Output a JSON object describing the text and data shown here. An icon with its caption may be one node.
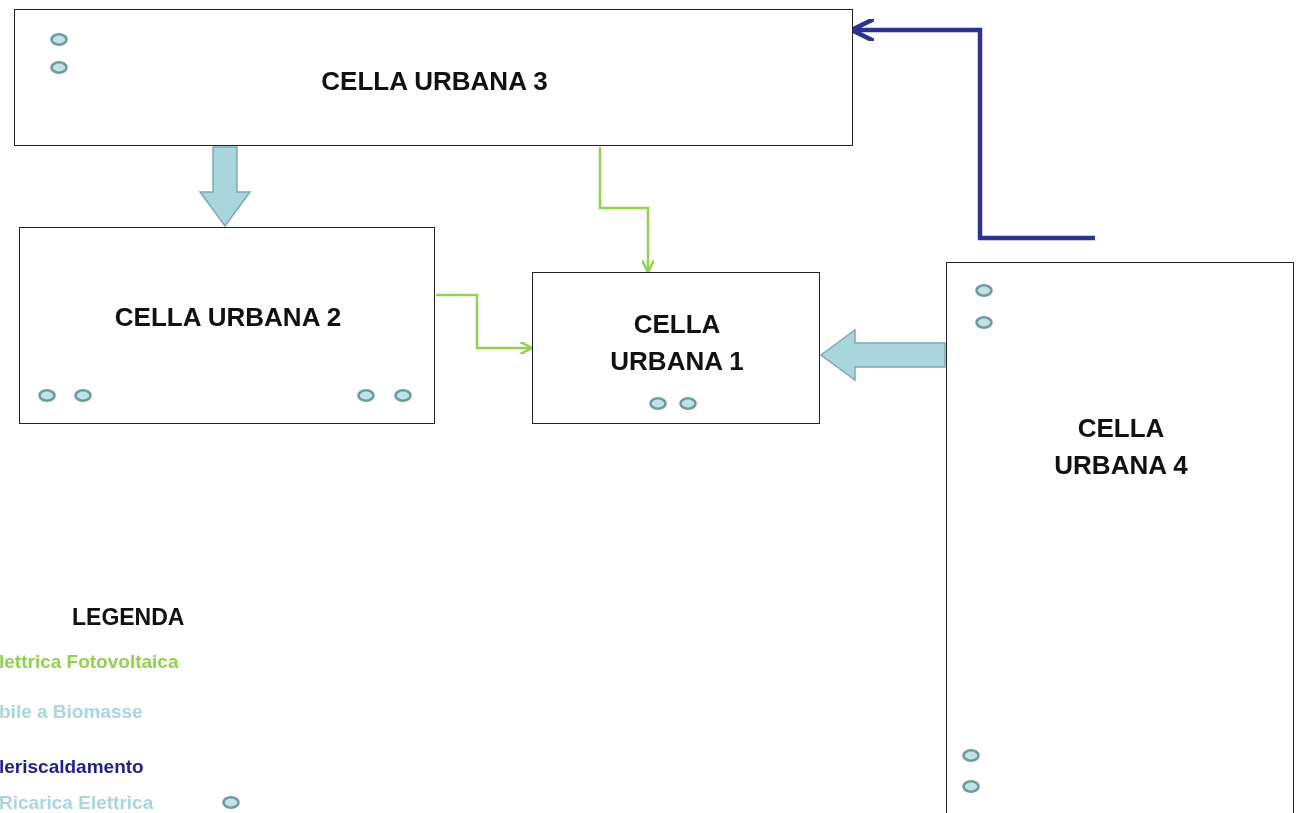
{
  "diagram": {
    "nodes": [
      {
        "text": [
          "CELLA URBANA 3"
        ]
      },
      {
        "text": [
          "CELLA URBANA 2"
        ]
      },
      {
        "text": [
          "CELLA URBANA 1"
        ]
      },
      {
        "text": [
          "CELLA URBANA 4"
        ]
      }
    ],
    "edges": [
      {
        "from": 0,
        "to": 1,
        "arrow": "to",
        "style": "thick",
        "color": "#a9d6dc"
      },
      {
        "from": 0,
        "to": 2,
        "arrow": "to",
        "color": "#92d050"
      },
      {
        "from": 1,
        "to": 2,
        "arrow": "to",
        "color": "#92d050"
      },
      {
        "from": 3,
        "to": 2,
        "arrow": "to",
        "style": "thick",
        "color": "#a9d6dc"
      },
      {
        "from": null,
        "to": 0,
        "arrow": "to",
        "style": "thick",
        "color": "#2e3192"
      }
    ],
    "labels": [
      "LEGENDA"
    ],
    "legend": [
      {
        "text": "lettrica Fotovoltaica",
        "color": "#92d050"
      },
      {
        "text": "bile a Biomasse",
        "color": "#a9d6dc"
      },
      {
        "text": "leriscaldamento",
        "color": "#1f1f8f"
      },
      {
        "text": "Ricarica Elettrica"
      }
    ]
  }
}
